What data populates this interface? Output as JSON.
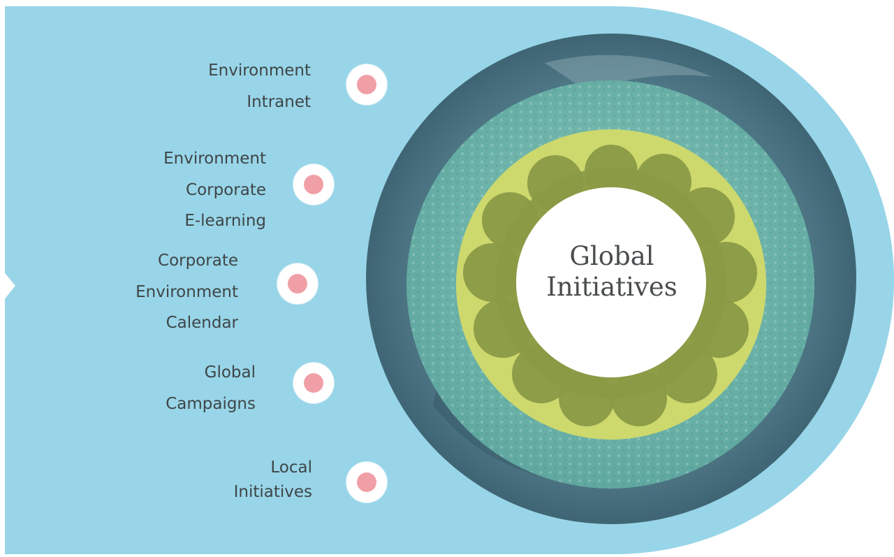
{
  "title": [
    "Global",
    "Initiatives"
  ],
  "items": [
    {
      "id": "environment-intranet",
      "lines": [
        "Environment",
        "Intranet"
      ]
    },
    {
      "id": "environment-corporate-e-learning",
      "lines": [
        "Environment",
        "Corporate",
        "E-learning"
      ]
    },
    {
      "id": "corporate-environment-calendar",
      "lines": [
        "Corporate",
        "Environment",
        "Calendar"
      ]
    },
    {
      "id": "global-campaigns",
      "lines": [
        "Global",
        "Campaigns"
      ]
    },
    {
      "id": "local-initiatives",
      "lines": [
        "Local",
        "Initiatives"
      ]
    }
  ],
  "colors": {
    "panel": "#98d5e8",
    "outer_ring": "#4d7585",
    "middle_ring": "#6fb7ad",
    "inner_ring": "#cdd86d",
    "tree": "#8a9a46",
    "marker_dot": "#f19fa7",
    "text": "#3f4547"
  }
}
